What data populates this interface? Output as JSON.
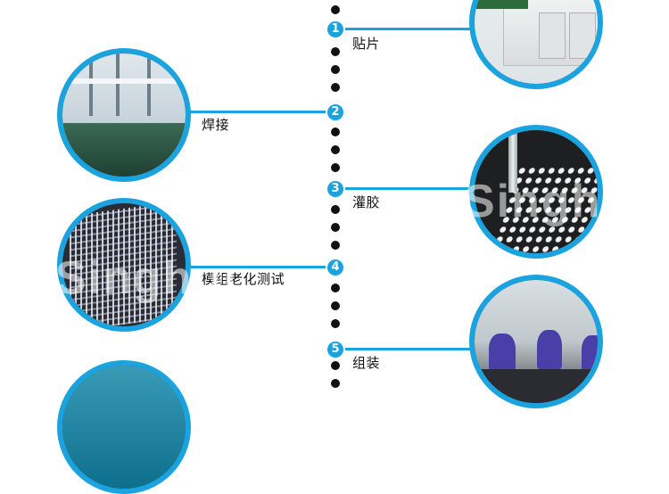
{
  "watermark": "Singhui",
  "steps": [
    {
      "number": "1",
      "label": "贴片"
    },
    {
      "number": "2",
      "label": "焊接"
    },
    {
      "number": "3",
      "label": "灌胶"
    },
    {
      "number": "4",
      "label": "模组老化测试"
    },
    {
      "number": "5",
      "label": "组装"
    }
  ],
  "colors": {
    "accent": "#1aa3df",
    "dot": "#111111"
  }
}
